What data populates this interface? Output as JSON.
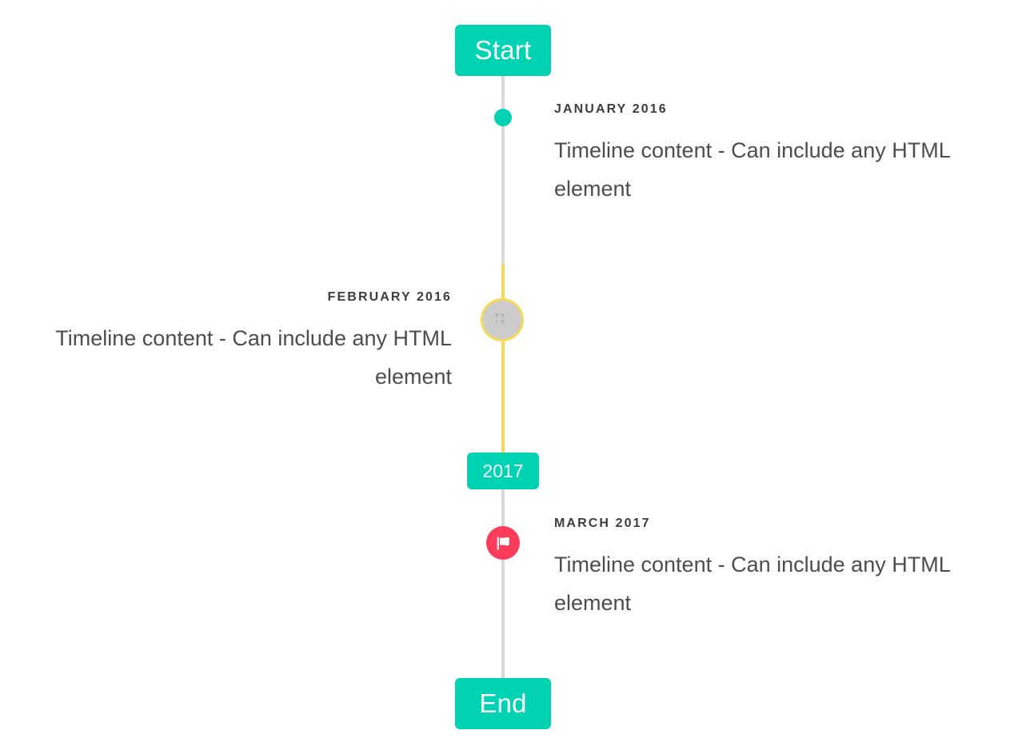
{
  "colors": {
    "accent_teal": "#00d2b4",
    "rail_gray": "#d8d8d8",
    "rail_yellow": "#f8da5b",
    "marker_pink": "#fb3c5a",
    "marker_gray": "#cccccc",
    "date_text": "#3d3d3d",
    "body_text": "#4d4d4d",
    "background": "#ffffff"
  },
  "timeline": {
    "start_label": "Start",
    "end_label": "End",
    "mid_label": "2017",
    "events": [
      {
        "date": "JANUARY 2016",
        "text": "Timeline content - Can include any HTML element",
        "side": "right",
        "marker": "dot-icon"
      },
      {
        "date": "FEBRUARY 2016",
        "text": "Timeline content - Can include any HTML element",
        "side": "left",
        "marker": "broken-image-icon"
      },
      {
        "date": "MARCH 2017",
        "text": "Timeline content - Can include any HTML element",
        "side": "right",
        "marker": "flag-icon"
      }
    ]
  }
}
